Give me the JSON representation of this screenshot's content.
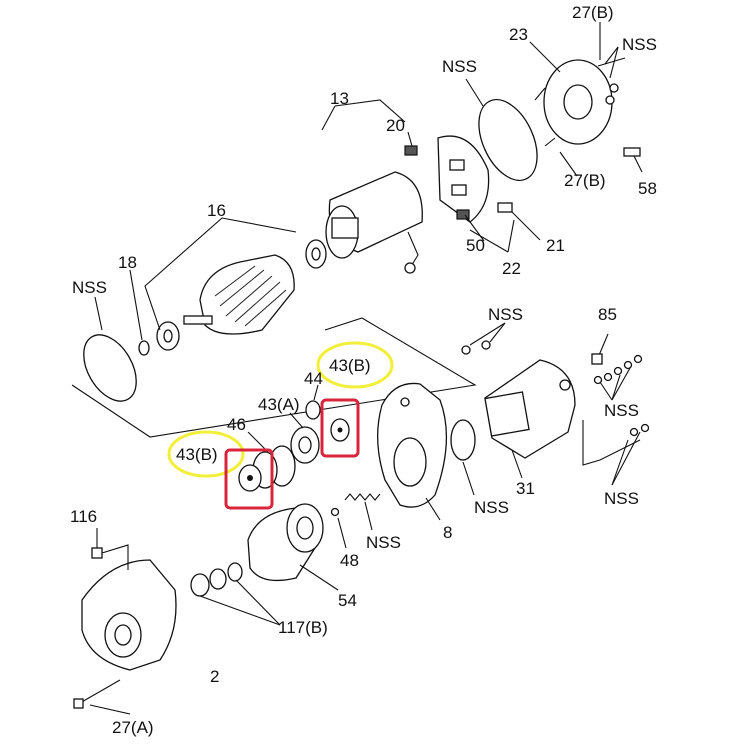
{
  "labels": {
    "p27b_top": "27(B)",
    "p23": "23",
    "nss_top_right": "NSS",
    "nss_oring_top": "NSS",
    "p13": "13",
    "p20": "20",
    "p27b_mid": "27(B)",
    "p58": "58",
    "p16": "16",
    "p21": "21",
    "p50": "50",
    "p22": "22",
    "p18": "18",
    "nss_left": "NSS",
    "nss_mid": "NSS",
    "p85": "85",
    "p43b_right": "43(B)",
    "p44": "44",
    "p43a": "43(A)",
    "p46": "46",
    "p43b_left": "43(B)",
    "nss_right_mid": "NSS",
    "nss_right_low": "NSS",
    "nss_ring": "NSS",
    "p31": "31",
    "p116": "116",
    "nss_spring": "NSS",
    "p8": "8",
    "p48": "48",
    "p54": "54",
    "p117b": "117(B)",
    "p2": "2",
    "p27a": "27(A)"
  },
  "highlights": {
    "yellow_circle_color": "#f2ef3a",
    "red_box_color": "#d9253a"
  }
}
